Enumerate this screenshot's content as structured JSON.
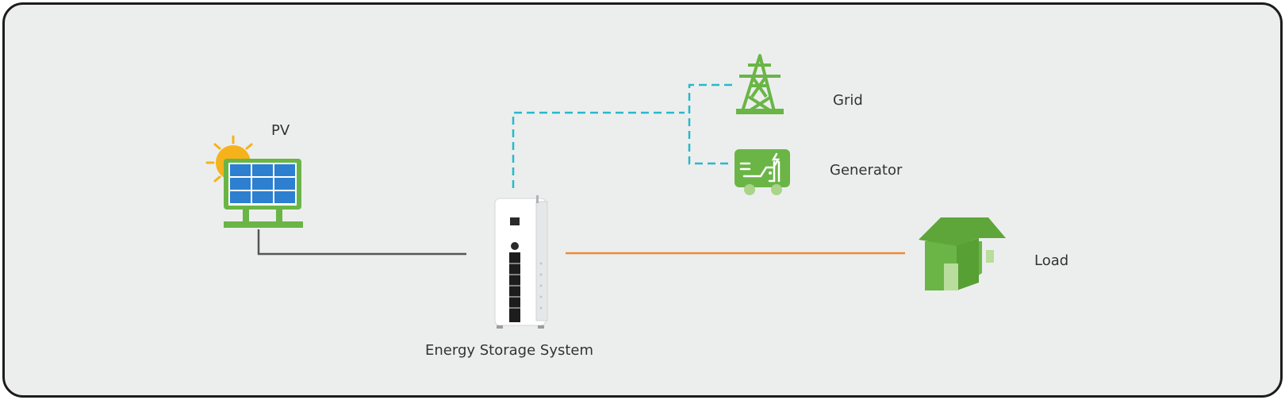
{
  "labels": {
    "pv": "PV",
    "grid": "Grid",
    "generator": "Generator",
    "load": "Load",
    "ess": "Energy Storage System"
  },
  "colors": {
    "frame_background": "#eceeed",
    "frame_border": "#1c1c1c",
    "pv_line": "#555555",
    "grid_line": "#27b9cc",
    "load_line": "#ee8a3c",
    "icon_green": "#6ab546",
    "panel_blue": "#2d7fd0",
    "sun": "#f5b21b"
  },
  "icons": {
    "pv": "solar-panel-icon",
    "grid": "power-tower-icon",
    "generator": "generator-icon",
    "load": "house-icon",
    "ess": "battery-cabinet-icon"
  }
}
